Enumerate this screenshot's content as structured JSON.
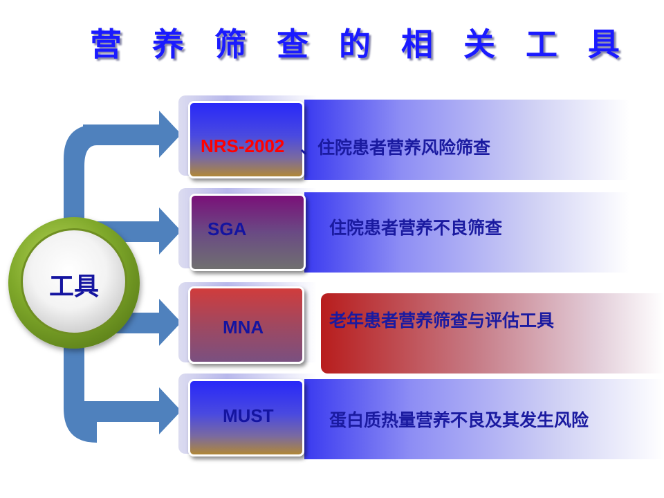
{
  "title": "营 养 筛 查 的 相 关 工 具",
  "hub": {
    "label": "工具"
  },
  "tools": [
    {
      "name": "NRS-2002",
      "description": "、住院患者营养风险筛查"
    },
    {
      "name": "SGA",
      "description": "住院患者营养不良筛查"
    },
    {
      "name": "MNA",
      "description": "老年患者营养筛查与评估工具"
    },
    {
      "name": "MUST",
      "description": "蛋白质热量营养不良及其发生风险"
    }
  ],
  "colors": {
    "title": "#1a1aff",
    "arrow": "#4f81bd",
    "hub_ring": "#7fa82a",
    "nrs_label": "#ff0000",
    "label_dark": "#1414a0"
  }
}
